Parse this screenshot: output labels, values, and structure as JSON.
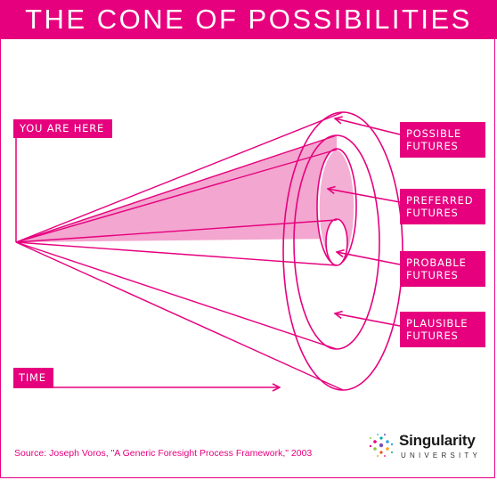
{
  "title": "THE CONE OF POSSIBILITIES",
  "you_are_here": "YOU ARE HERE",
  "time_label": "TIME",
  "futures": [
    {
      "line1": "POSSIBLE",
      "line2": "FUTURES"
    },
    {
      "line1": "PREFERRED",
      "line2": "FUTURES"
    },
    {
      "line1": "PROBABLE",
      "line2": "FUTURES"
    },
    {
      "line1": "PLAUSIBLE",
      "line2": "FUTURES"
    }
  ],
  "source": "Source: Joseph Voros, \"A Generic Foresight Process Framework,\" 2003",
  "logo": {
    "name": "Singularity",
    "sub": "UNIVERSITY"
  },
  "colors": {
    "accent": "#e6007e",
    "cone_fill": "#f3a6cf",
    "white": "#ffffff"
  }
}
